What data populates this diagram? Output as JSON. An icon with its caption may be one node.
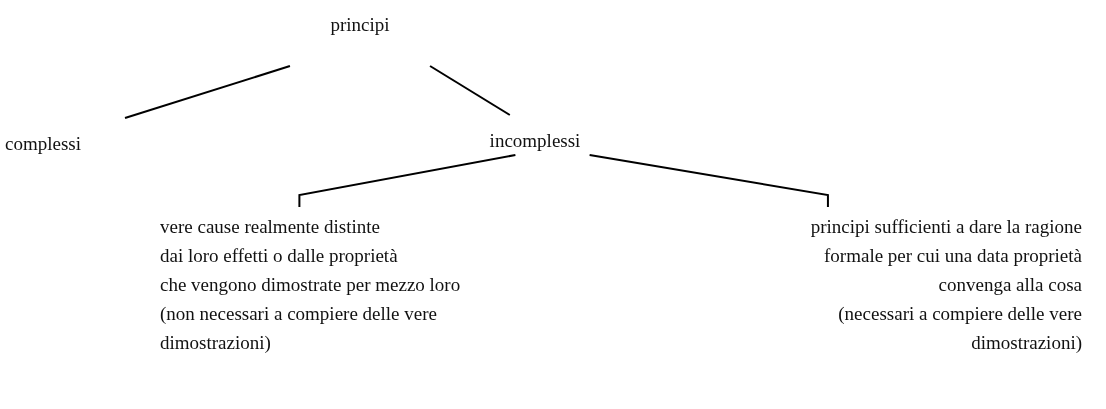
{
  "diagram": {
    "nodes": [
      {
        "text": [
          "principi"
        ]
      },
      {
        "text": [
          "complessi"
        ]
      },
      {
        "text": [
          "incomplessi"
        ]
      },
      {
        "text": [
          "vere cause realmente distinte",
          "dai loro effetti o dalle proprietà",
          "che vengono dimostrate per mezzo loro",
          "(non necessari a compiere delle vere dimostrazioni)"
        ]
      },
      {
        "text": [
          "principi sufficienti a dare la ragione",
          "formale per cui una data proprietà",
          "convenga alla cosa",
          "(necessari a compiere delle vere dimostrazioni)"
        ]
      }
    ],
    "edges": [
      {
        "from": 0,
        "to": 1,
        "arrow": "none"
      },
      {
        "from": 0,
        "to": 2,
        "arrow": "none"
      },
      {
        "from": 2,
        "to": 3,
        "arrow": "none"
      },
      {
        "from": 2,
        "to": 4,
        "arrow": "none"
      }
    ]
  }
}
